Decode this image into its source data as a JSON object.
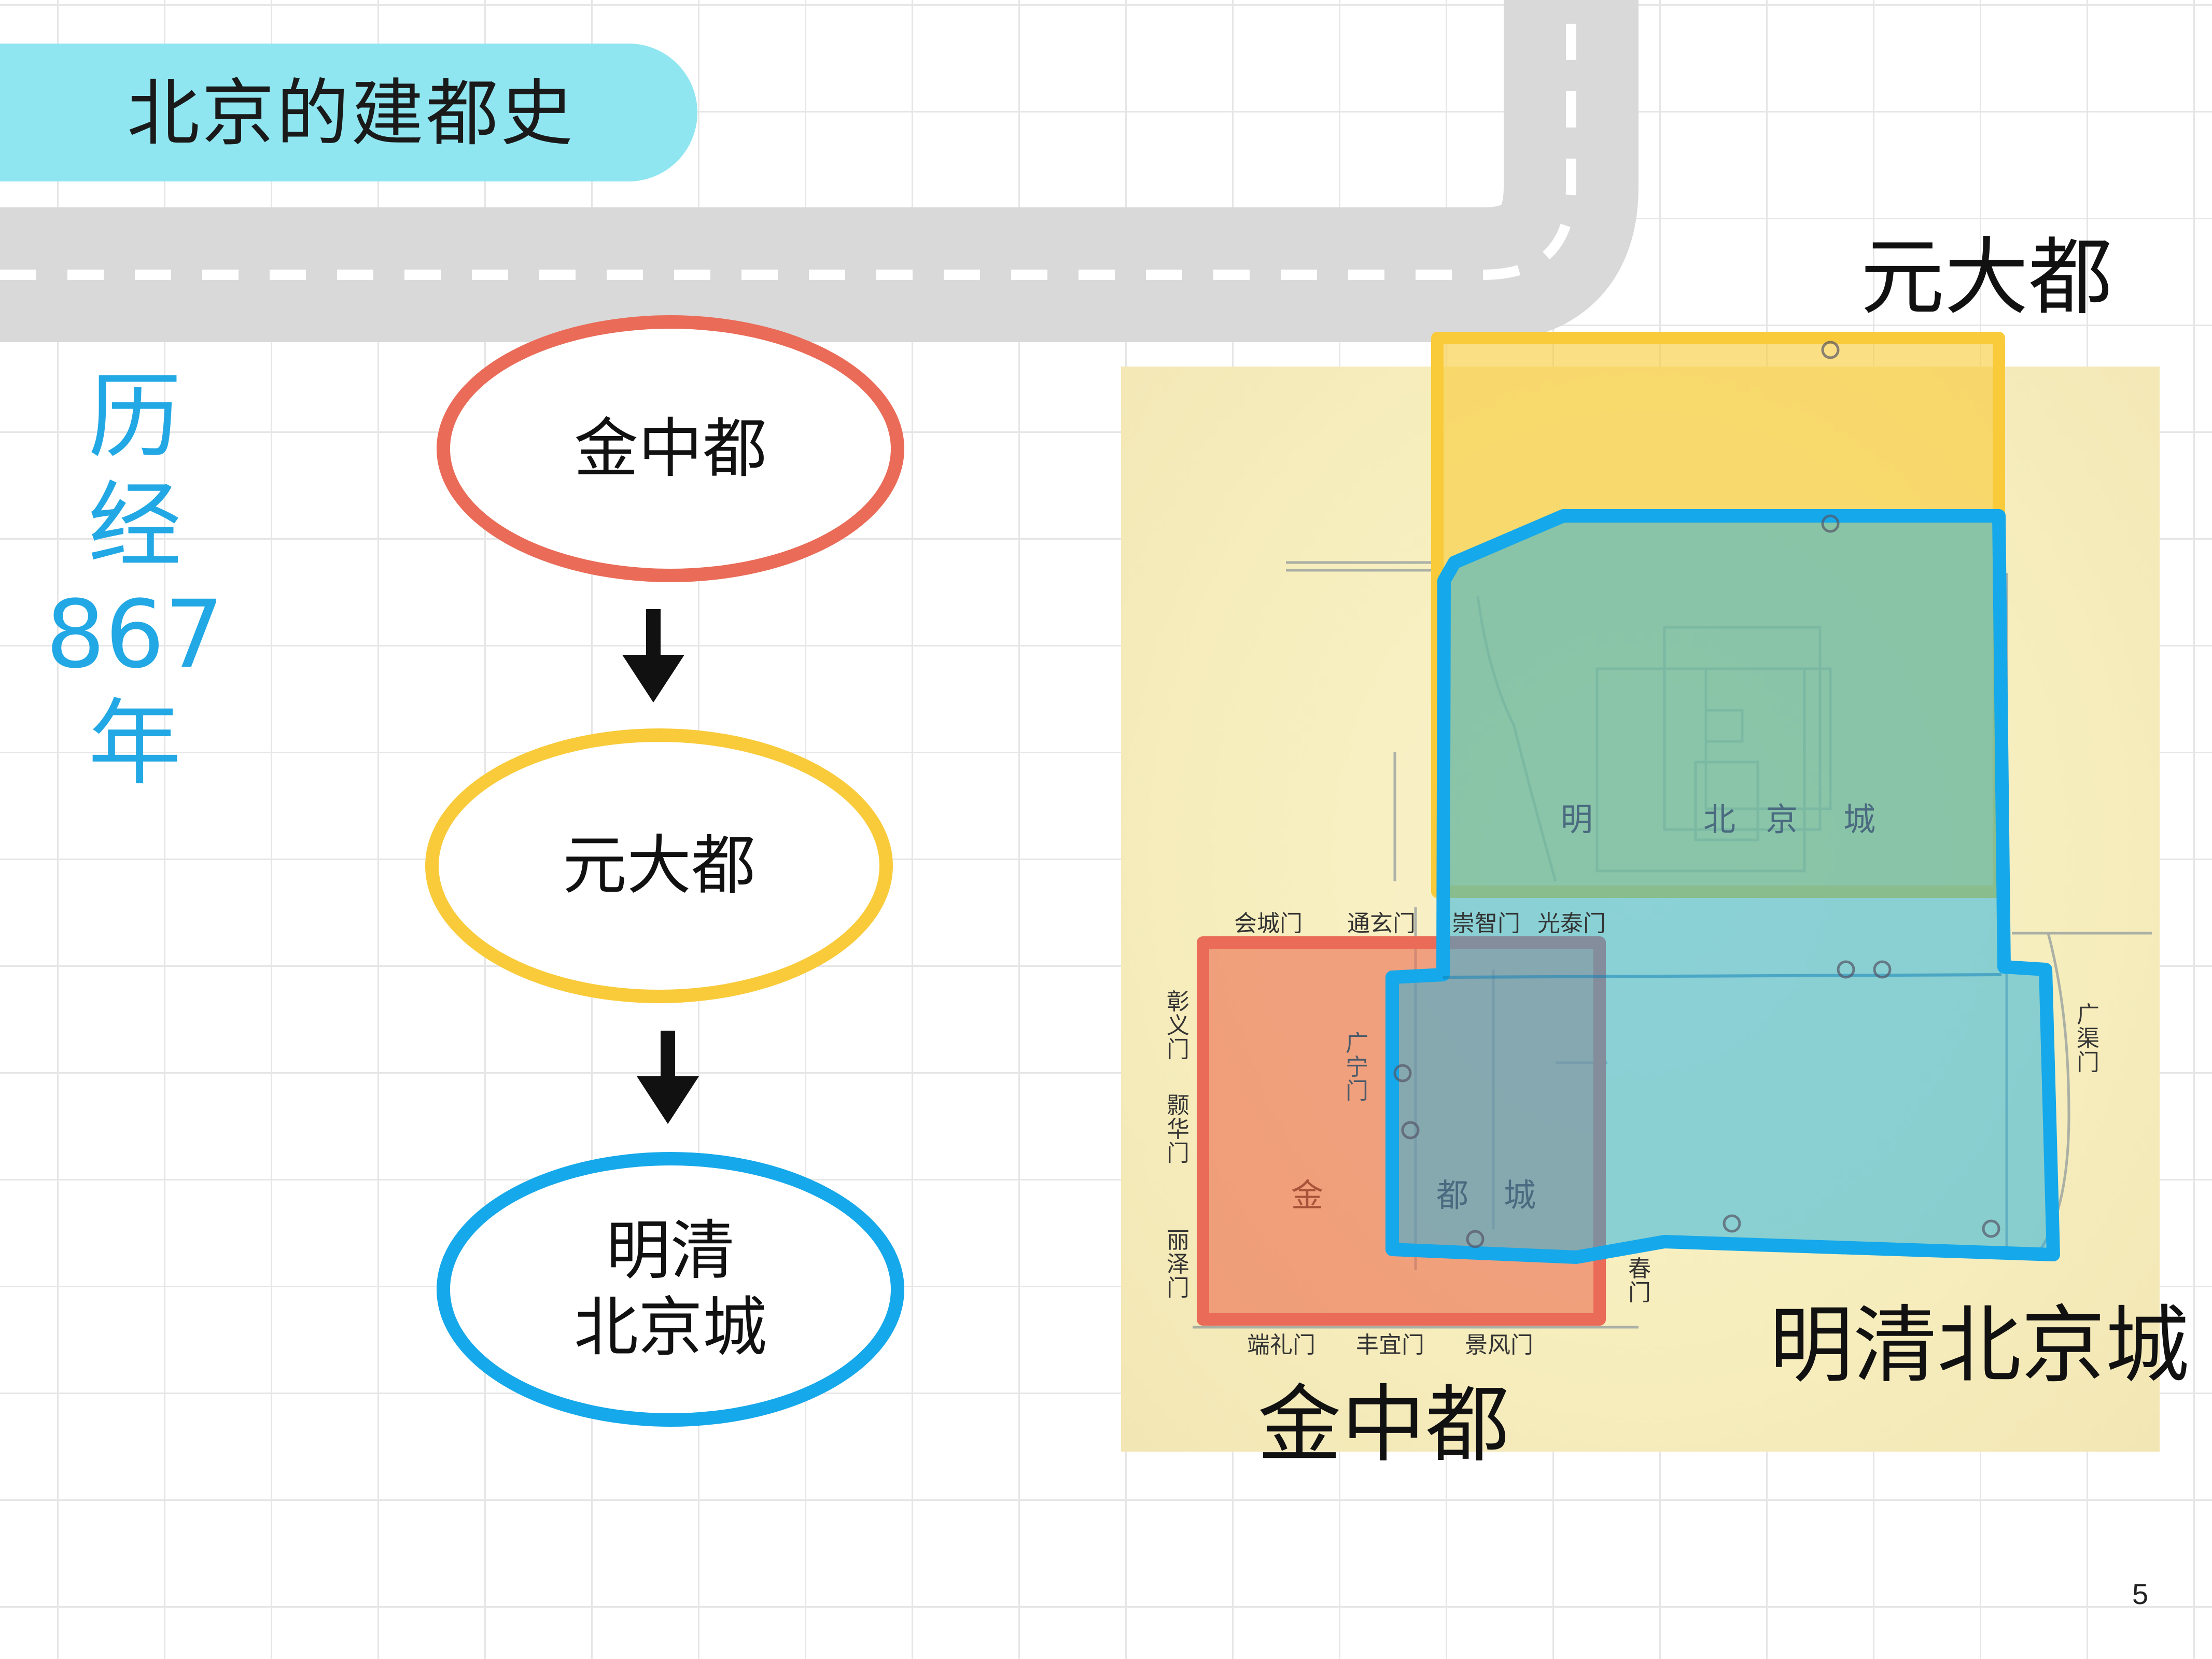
{
  "slide": {
    "title": "北京的建都史",
    "page_number": "5"
  },
  "history": {
    "line1": "历",
    "line2": "经",
    "line3": "867",
    "line4": "年"
  },
  "flow": {
    "jin_zhongdu": "金中都",
    "yuan_dadu": "元大都",
    "ming_qing_line1": "明清",
    "ming_qing_line2": "北京城"
  },
  "map": {
    "label_yuan": "元大都",
    "label_ming_qing": "明清北京城",
    "label_jin": "金中都",
    "gates": {
      "huicheng": "会城门",
      "tongxuan": "通玄门",
      "chongzhi": "崇智门",
      "guangtai": "光泰门",
      "zhangyi": "彰义门",
      "haohua": "颢华门",
      "lize": "丽泽门",
      "duanli": "端礼门",
      "fengyi": "丰宜门",
      "jingfeng": "景风门",
      "guangqu": "广渠门",
      "guangning": "广宁门",
      "chunming": "春门"
    },
    "inner_labels": {
      "bei": "北",
      "jing": "京",
      "cheng": "城",
      "ming": "明",
      "jin": "金",
      "du": "都",
      "zhongcheng": "城"
    }
  },
  "colors": {
    "title_banner": "#8fe6f0",
    "heading_blue": "#22a8e4",
    "jin_red": "#ea6b57",
    "yuan_yellow": "#f9cb3a",
    "ming_blue": "#15a8ea",
    "road_gray": "#d9d9d9"
  }
}
